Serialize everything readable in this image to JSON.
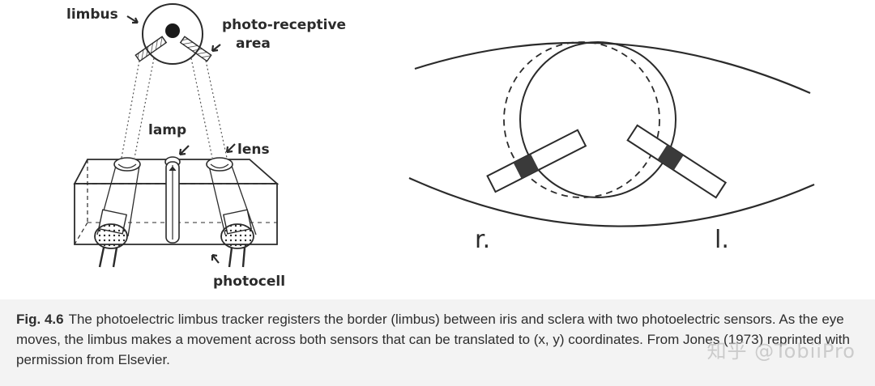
{
  "figure": {
    "left_diagram": {
      "label_limbus": "limbus",
      "label_photo_receptive_1": "photo-receptive",
      "label_photo_receptive_2": "area",
      "label_lamp": "lamp",
      "label_lens": "lens",
      "label_photocell": "photocell"
    },
    "right_diagram": {
      "label_right": "r.",
      "label_left": "l."
    }
  },
  "caption": {
    "label": "Fig. 4.6",
    "text": "The photoelectric limbus tracker registers the border (limbus) between iris and sclera with two photoelectric sensors. As the eye moves, the limbus makes a movement across both sensors that can be translated to (x, y) coordinates. From Jones (1973) reprinted with permission from Elsevier."
  },
  "watermark": "知乎 @TobiiPro",
  "colors": {
    "ink": "#2b2b2b",
    "sensor_fill": "#3a3a3a",
    "caption_background": "#f3f3f3"
  }
}
